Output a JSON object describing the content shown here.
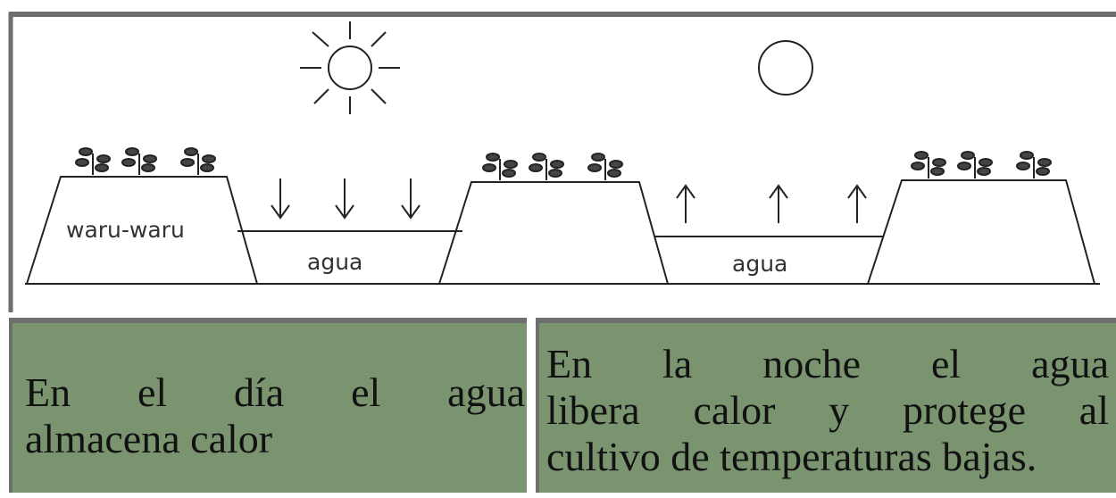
{
  "diagram": {
    "field_label": "waru-waru",
    "water_label_day": "agua",
    "water_label_night": "agua"
  },
  "panels": {
    "day": {
      "lines": [
        "En el día el agua",
        "almacena calor"
      ]
    },
    "night": {
      "lines": [
        "En la noche el agua",
        "libera calor y protege al",
        "cultivo de temperaturas bajas."
      ]
    }
  },
  "colors": {
    "panel_bg": "#7b9470",
    "frame": "#6e6e6e",
    "line": "#222222"
  },
  "icons": [
    "sun-icon",
    "moon-icon",
    "arrow-down-icon",
    "arrow-up-icon",
    "plant-icon"
  ]
}
